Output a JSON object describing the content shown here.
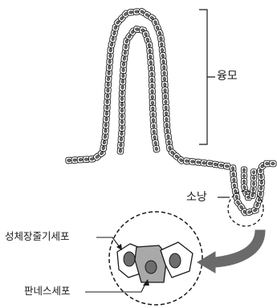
{
  "labels": {
    "villus": "융모",
    "crypt": "소낭",
    "stem_cell": "성체장줄기세포",
    "paneth_cell": "판네스세포"
  },
  "colors": {
    "ink": "#1a1a1a",
    "cell_fill": "#ffffff",
    "nucleus": "#6d6d6d",
    "paneth_fill": "#a9a9a9",
    "arrow": "#6a6a6a"
  }
}
